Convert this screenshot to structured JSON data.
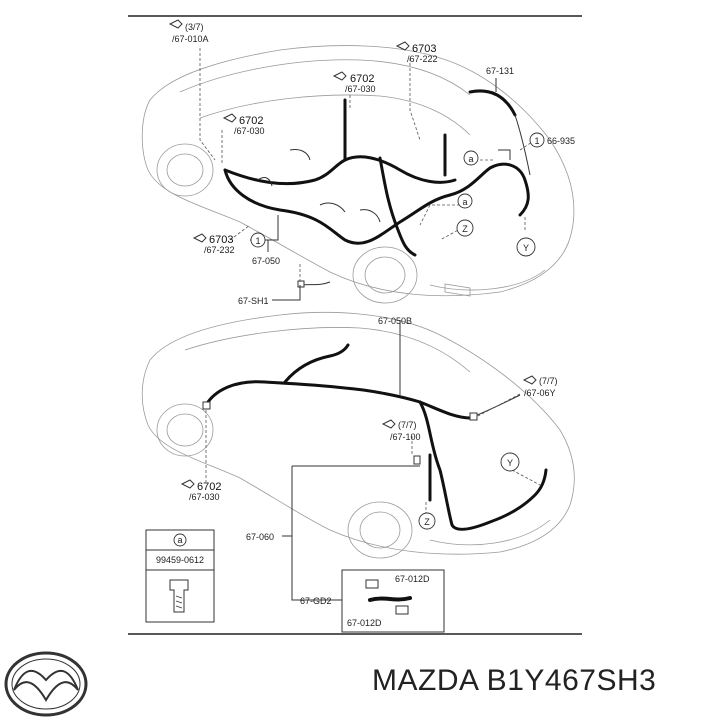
{
  "labels": {
    "top_ref_3_7": "(3/7)",
    "top_ref_67_010A": "/67-010A",
    "ref_6703_a": "6703",
    "ref_67_222": "/67-222",
    "ref_67_131": "67-131",
    "ref_6702_a": "6702",
    "ref_67_030_a": "/67-030",
    "ref_6702_b": "6702",
    "ref_67_030_b": "/67-030",
    "ref_66_935": "66-935",
    "ref_6703_b": "6703",
    "ref_67_232": "/67-232",
    "ref_67_050": "67-050",
    "ref_67_SH1": "67-SH1",
    "ref_67_050B": "67-050B",
    "ref_7_7_a": "(7/7)",
    "ref_67_06Y": "/67-06Y",
    "ref_7_7_b": "(7/7)",
    "ref_67_100": "/67-100",
    "ref_6702_c": "6702",
    "ref_67_030_c": "/67-030",
    "ref_67_060": "67-060",
    "ref_67_GD2": "67-GD2",
    "ref_67_012D_a": "67-012D",
    "ref_67_012D_b": "67-012D",
    "bolt_part": "99459-0612"
  },
  "callouts": {
    "a": "a",
    "one": "1",
    "z": "Z",
    "y": "Y"
  },
  "brand": {
    "text": "MAZDA B1Y467SH3",
    "logo_icon": "mazda-logo-icon"
  },
  "colors": {
    "line": "#111111",
    "car_outline": "#9a9a9a"
  }
}
